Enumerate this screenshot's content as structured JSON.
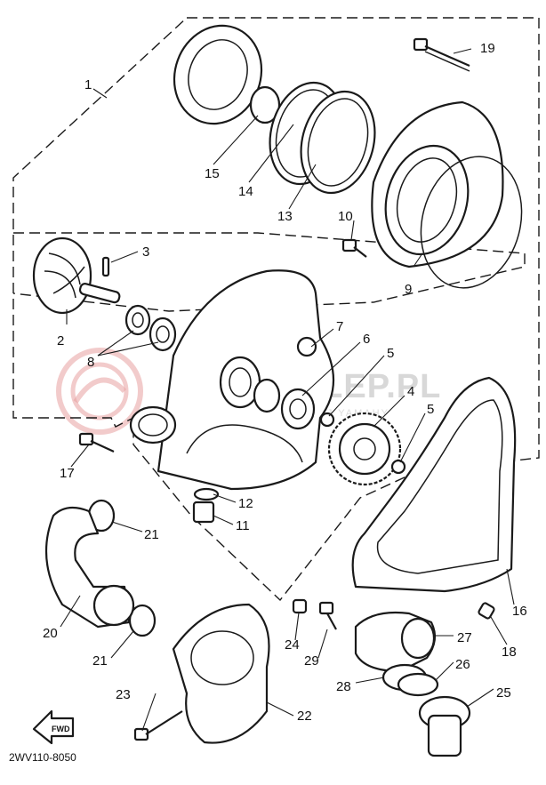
{
  "callouts": {
    "c1": "1",
    "c2": "2",
    "c3": "3",
    "c4": "4",
    "c5a": "5",
    "c5b": "5",
    "c6": "6",
    "c7": "7",
    "c8": "8",
    "c9": "9",
    "c10": "10",
    "c11": "11",
    "c12": "12",
    "c13": "13",
    "c14": "14",
    "c15": "15",
    "c16": "16",
    "c17": "17",
    "c18": "18",
    "c19": "19",
    "c20": "20",
    "c21a": "21",
    "c21b": "21",
    "c22": "22",
    "c23": "23",
    "c24": "24",
    "c25": "25",
    "c26": "26",
    "c27": "27",
    "c28": "28",
    "c29": "29"
  },
  "diagram_code": "2WV110-8050",
  "fwd_label": "FWD",
  "watermark": {
    "text": "YAMASKLEP.PL",
    "subtext": "WSZYSTKO DLA TWOJEJ YAMAHY",
    "color": "#e8a0a0"
  }
}
